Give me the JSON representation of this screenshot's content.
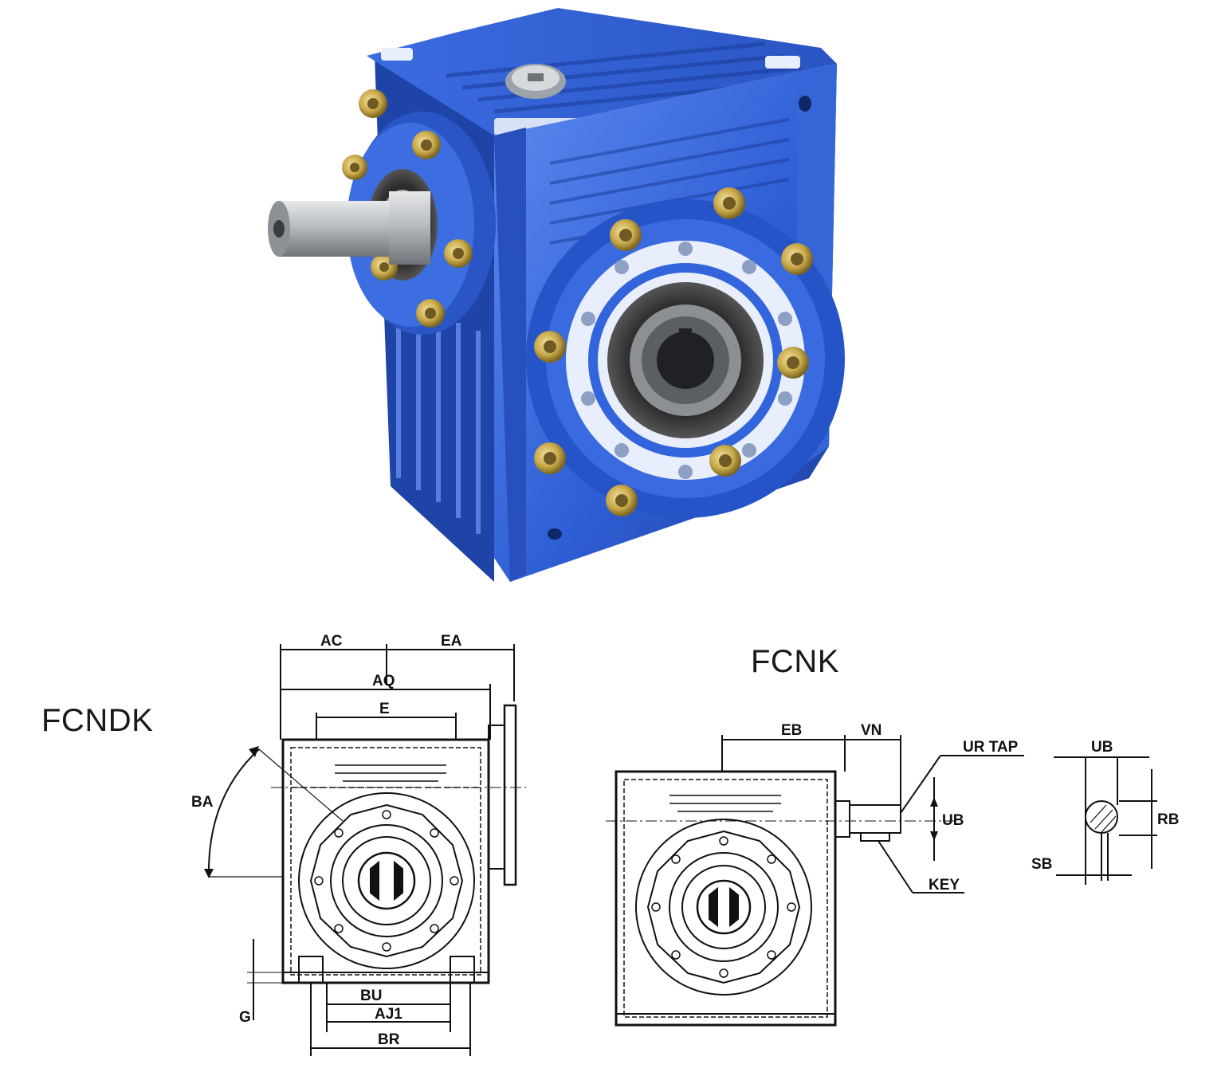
{
  "product": {
    "name": "worm gear reducer",
    "colors": {
      "body": "#2f5fd6",
      "body_dark": "#1d3f9e",
      "body_light": "#5f8bf0",
      "flange": "#e8eefc",
      "bolt": "#c9a94a",
      "shaft": "#b9bcc0",
      "seal": "#2b2b2b"
    }
  },
  "drawings": {
    "left": {
      "title": "FCNDK",
      "labels": {
        "ac": "AC",
        "ea": "EA",
        "aq": "AQ",
        "e": "E",
        "ba": "BA",
        "bu": "BU",
        "aj1": "AJ1",
        "br": "BR",
        "g": "G"
      }
    },
    "right": {
      "title": "FCNK",
      "labels": {
        "eb": "EB",
        "vn": "VN",
        "ur_tap": "UR TAP",
        "ub": "UB",
        "key": "KEY",
        "ub_detail": "UB",
        "rb": "RB",
        "sb": "SB"
      }
    }
  }
}
